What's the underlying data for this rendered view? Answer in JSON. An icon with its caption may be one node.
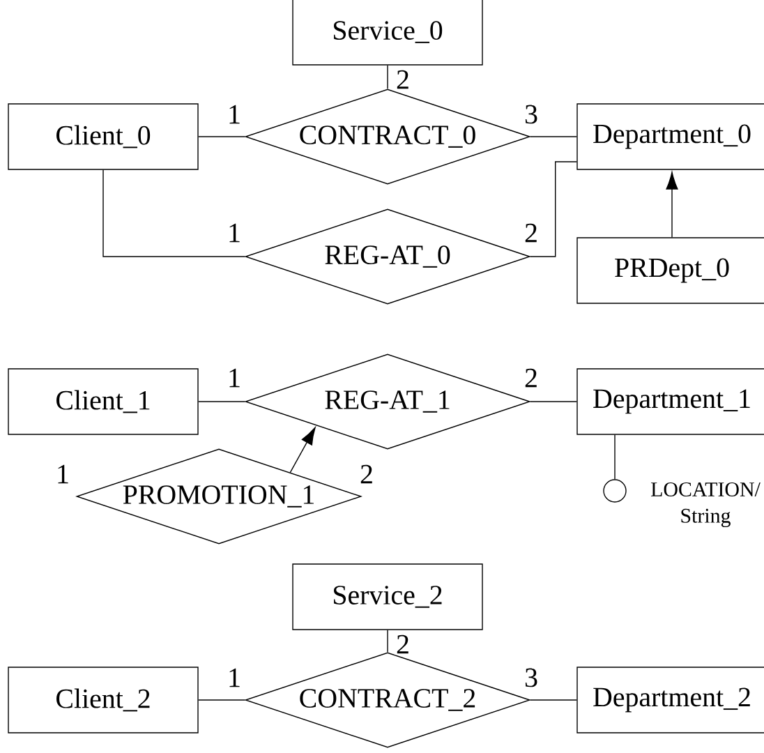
{
  "diagram": {
    "nodes": [
      {
        "text": [
          "Service_0"
        ]
      },
      {
        "text": [
          "Client_0"
        ]
      },
      {
        "text": [
          "CONTRACT_0"
        ]
      },
      {
        "text": [
          "Department_0"
        ]
      },
      {
        "text": [
          "REG-AT_0"
        ]
      },
      {
        "text": [
          "PRDept_0"
        ]
      },
      {
        "text": [
          "Client_1"
        ]
      },
      {
        "text": [
          "REG-AT_1"
        ]
      },
      {
        "text": [
          "Department_1"
        ]
      },
      {
        "text": [
          "PROMOTION_1"
        ],
        "beside": [
          "1",
          "2"
        ]
      },
      {
        "text": [],
        "shape": "circle",
        "beside": [
          "LOCATION/ String"
        ]
      },
      {
        "text": [
          "Service_2"
        ]
      },
      {
        "text": [
          "Client_2"
        ]
      },
      {
        "text": [
          "CONTRACT_2"
        ]
      },
      {
        "text": [
          "Department_2"
        ]
      }
    ],
    "edges": [
      {
        "from": 0,
        "to": 2,
        "arrow": "none",
        "label": "2"
      },
      {
        "from": 1,
        "to": 2,
        "arrow": "none",
        "label": "1"
      },
      {
        "from": 2,
        "to": 3,
        "arrow": "none",
        "label": "3"
      },
      {
        "from": 1,
        "to": 4,
        "arrow": "none",
        "label": "1"
      },
      {
        "from": 4,
        "to": 3,
        "arrow": "none",
        "label": "2"
      },
      {
        "from": 5,
        "to": 3,
        "arrow": "to"
      },
      {
        "from": 6,
        "to": 7,
        "arrow": "none",
        "label": "1"
      },
      {
        "from": 7,
        "to": 8,
        "arrow": "none",
        "label": "2"
      },
      {
        "from": 9,
        "to": 7,
        "arrow": "to"
      },
      {
        "from": 8,
        "to": 10,
        "arrow": "none"
      },
      {
        "from": 11,
        "to": 13,
        "arrow": "none",
        "label": "2"
      },
      {
        "from": 12,
        "to": 13,
        "arrow": "none",
        "label": "1"
      },
      {
        "from": 13,
        "to": 14,
        "arrow": "none",
        "label": "3"
      }
    ]
  }
}
